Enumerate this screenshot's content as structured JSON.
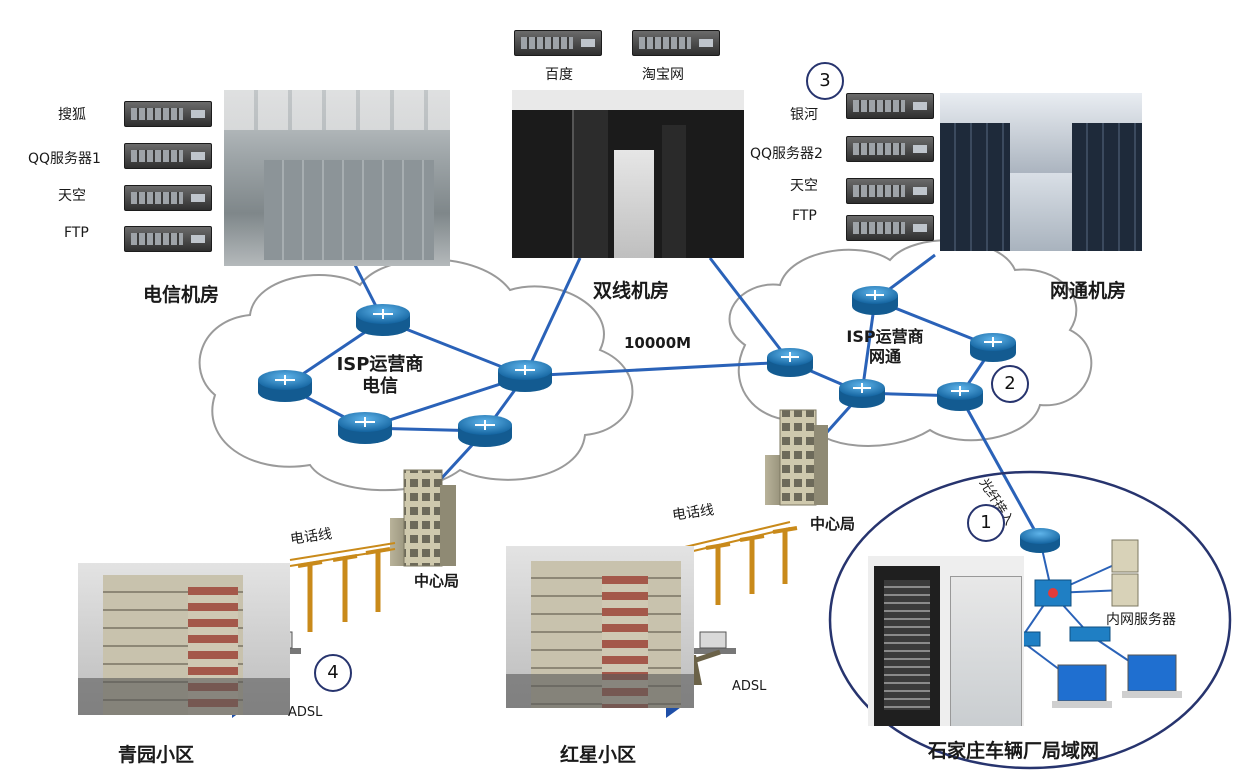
{
  "rooms": {
    "telecom": {
      "title": "电信机房",
      "servers": [
        "搜狐",
        "QQ服务器1",
        "天空",
        "FTP"
      ]
    },
    "dual": {
      "title": "双线机房",
      "servers": [
        "百度",
        "淘宝网"
      ]
    },
    "netcom": {
      "title": "网通机房",
      "servers": [
        "银河",
        "QQ服务器2",
        "天空",
        "FTP"
      ]
    }
  },
  "clouds": {
    "telecom": {
      "line1": "ISP运营商",
      "line2": "电信"
    },
    "netcom": {
      "line1": "ISP运营商",
      "line2": "网通"
    }
  },
  "links": {
    "backbone": "10000M",
    "phone_line": "电话线",
    "central_office": "中心局",
    "fiber_access": "光纤接入"
  },
  "sites": {
    "qingyuan": {
      "name": "青园小区",
      "adsl": "ADSL"
    },
    "hongxing": {
      "name": "红星小区",
      "adsl": "ADSL"
    },
    "factory": {
      "name": "石家庄车辆厂局域网",
      "intranet_server": "内网服务器"
    }
  },
  "markers": [
    "1",
    "2",
    "3",
    "4"
  ],
  "colors": {
    "router": "#1f7fc4",
    "link": "#2a62b8",
    "marker_border": "#27346e",
    "pole": "#c98a1a",
    "cloud_stroke": "#9a9a9a"
  }
}
